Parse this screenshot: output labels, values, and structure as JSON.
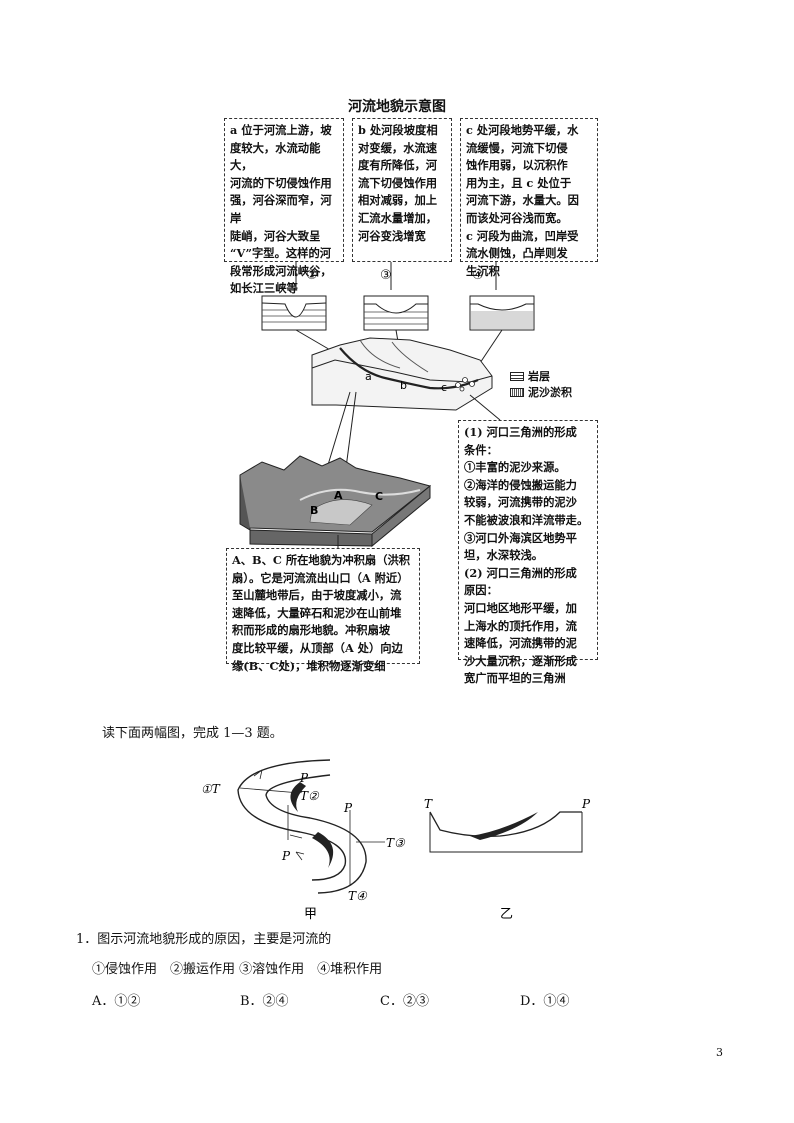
{
  "diagram": {
    "title": "河流地貌示意图",
    "box_a": "a 位于河流上游，坡\n度较大，水流动能大，\n河流的下切侵蚀作用\n强，河谷深而窄，河岸\n陡峭，河谷大致呈\n“V”字型。这样的河\n段常形成河流峡谷，\n如长江三峡等",
    "box_b": "b 处河段坡度相\n对变缓，水流速\n度有所降低，河\n流下切侵蚀作用\n相对减弱，加上\n汇流水量增加，\n河谷变浅增宽",
    "box_c": "c 处河段地势平缓，水\n流缓慢，河流下切侵\n蚀作用弱，以沉积作\n用为主，且 c 处位于\n河流下游，水量大。因\n而该处河谷浅而宽。\nc 河段为曲流，凹岸受\n流水侧蚀，凸岸则发\n生沉积",
    "num_a": "②",
    "num_b": "③",
    "num_c": "④",
    "legend_rock": "岩层",
    "legend_silt": "泥沙淤积",
    "label_a": "a",
    "label_b": "b",
    "label_c": "c",
    "label_A": "A",
    "label_B": "B",
    "label_C": "C",
    "box_fan": "A、B、C 所在地貌为冲积扇（洪积\n扇）。它是河流流出山口（A 附近）\n至山麓地带后，由于坡度减小，流\n速降低，大量碎石和泥沙在山前堆\n积而形成的扇形地貌。冲积扇坡\n度比较平缓，从顶部（A 处）向边\n缘(B、C处)，堆积物逐渐变细",
    "box_delta": "(1) 河口三角洲的形成\n条件：\n①丰富的泥沙来源。\n②海洋的侵蚀搬运能力\n较弱，河流携带的泥沙\n不能被波浪和洋流带走。\n③河口外海滨区地势平\n坦，水深较浅。\n(2) 河口三角洲的形成\n原因：\n河口地区地形平缓，加\n上海水的顶托作用，流\n速降低，河流携带的泥\n沙大量沉积，逐渐形成\n宽广而平坦的三角洲"
  },
  "intro": "读下面两幅图，完成 1—3 题。",
  "figure2": {
    "left_caption": "甲",
    "right_caption": "乙",
    "labels": {
      "t1": "①T",
      "p1": "P",
      "t2": "T②",
      "p_mid": "P",
      "t3": "T③",
      "p2": "P",
      "t4": "T④",
      "t_right": "T",
      "p_right": "P"
    }
  },
  "question": {
    "stem": "1．图示河流地貌形成的原因，主要是河流的",
    "items": "①侵蚀作用　②搬运作用  ③溶蚀作用　④堆积作用",
    "options": [
      "A．①②",
      "B．②④",
      "C．②③",
      "D．①④"
    ]
  },
  "page_number": "3"
}
